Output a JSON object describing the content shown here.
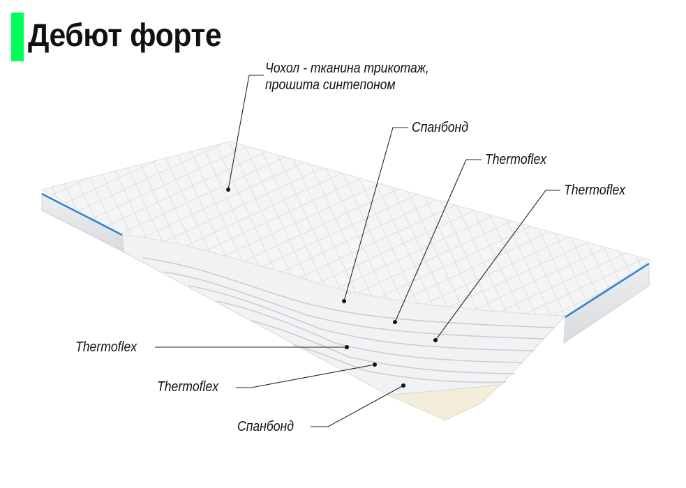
{
  "header": {
    "title": "Дебют форте",
    "accent_color": "#00ff5a"
  },
  "labels": {
    "cover_line1": "Чохол - тканина трикотаж,",
    "cover_line2": "прошита синтепоном",
    "spunbond_top": "Спанбонд",
    "thermoflex_1": "Thermoflex",
    "thermoflex_2": "Thermoflex",
    "thermoflex_3": "Thermoflex",
    "thermoflex_4": "Thermoflex",
    "spunbond_bottom": "Спанбонд"
  },
  "colors": {
    "edge_tape": "#2f7fd4",
    "bottom_layer": "#f3eedb"
  }
}
